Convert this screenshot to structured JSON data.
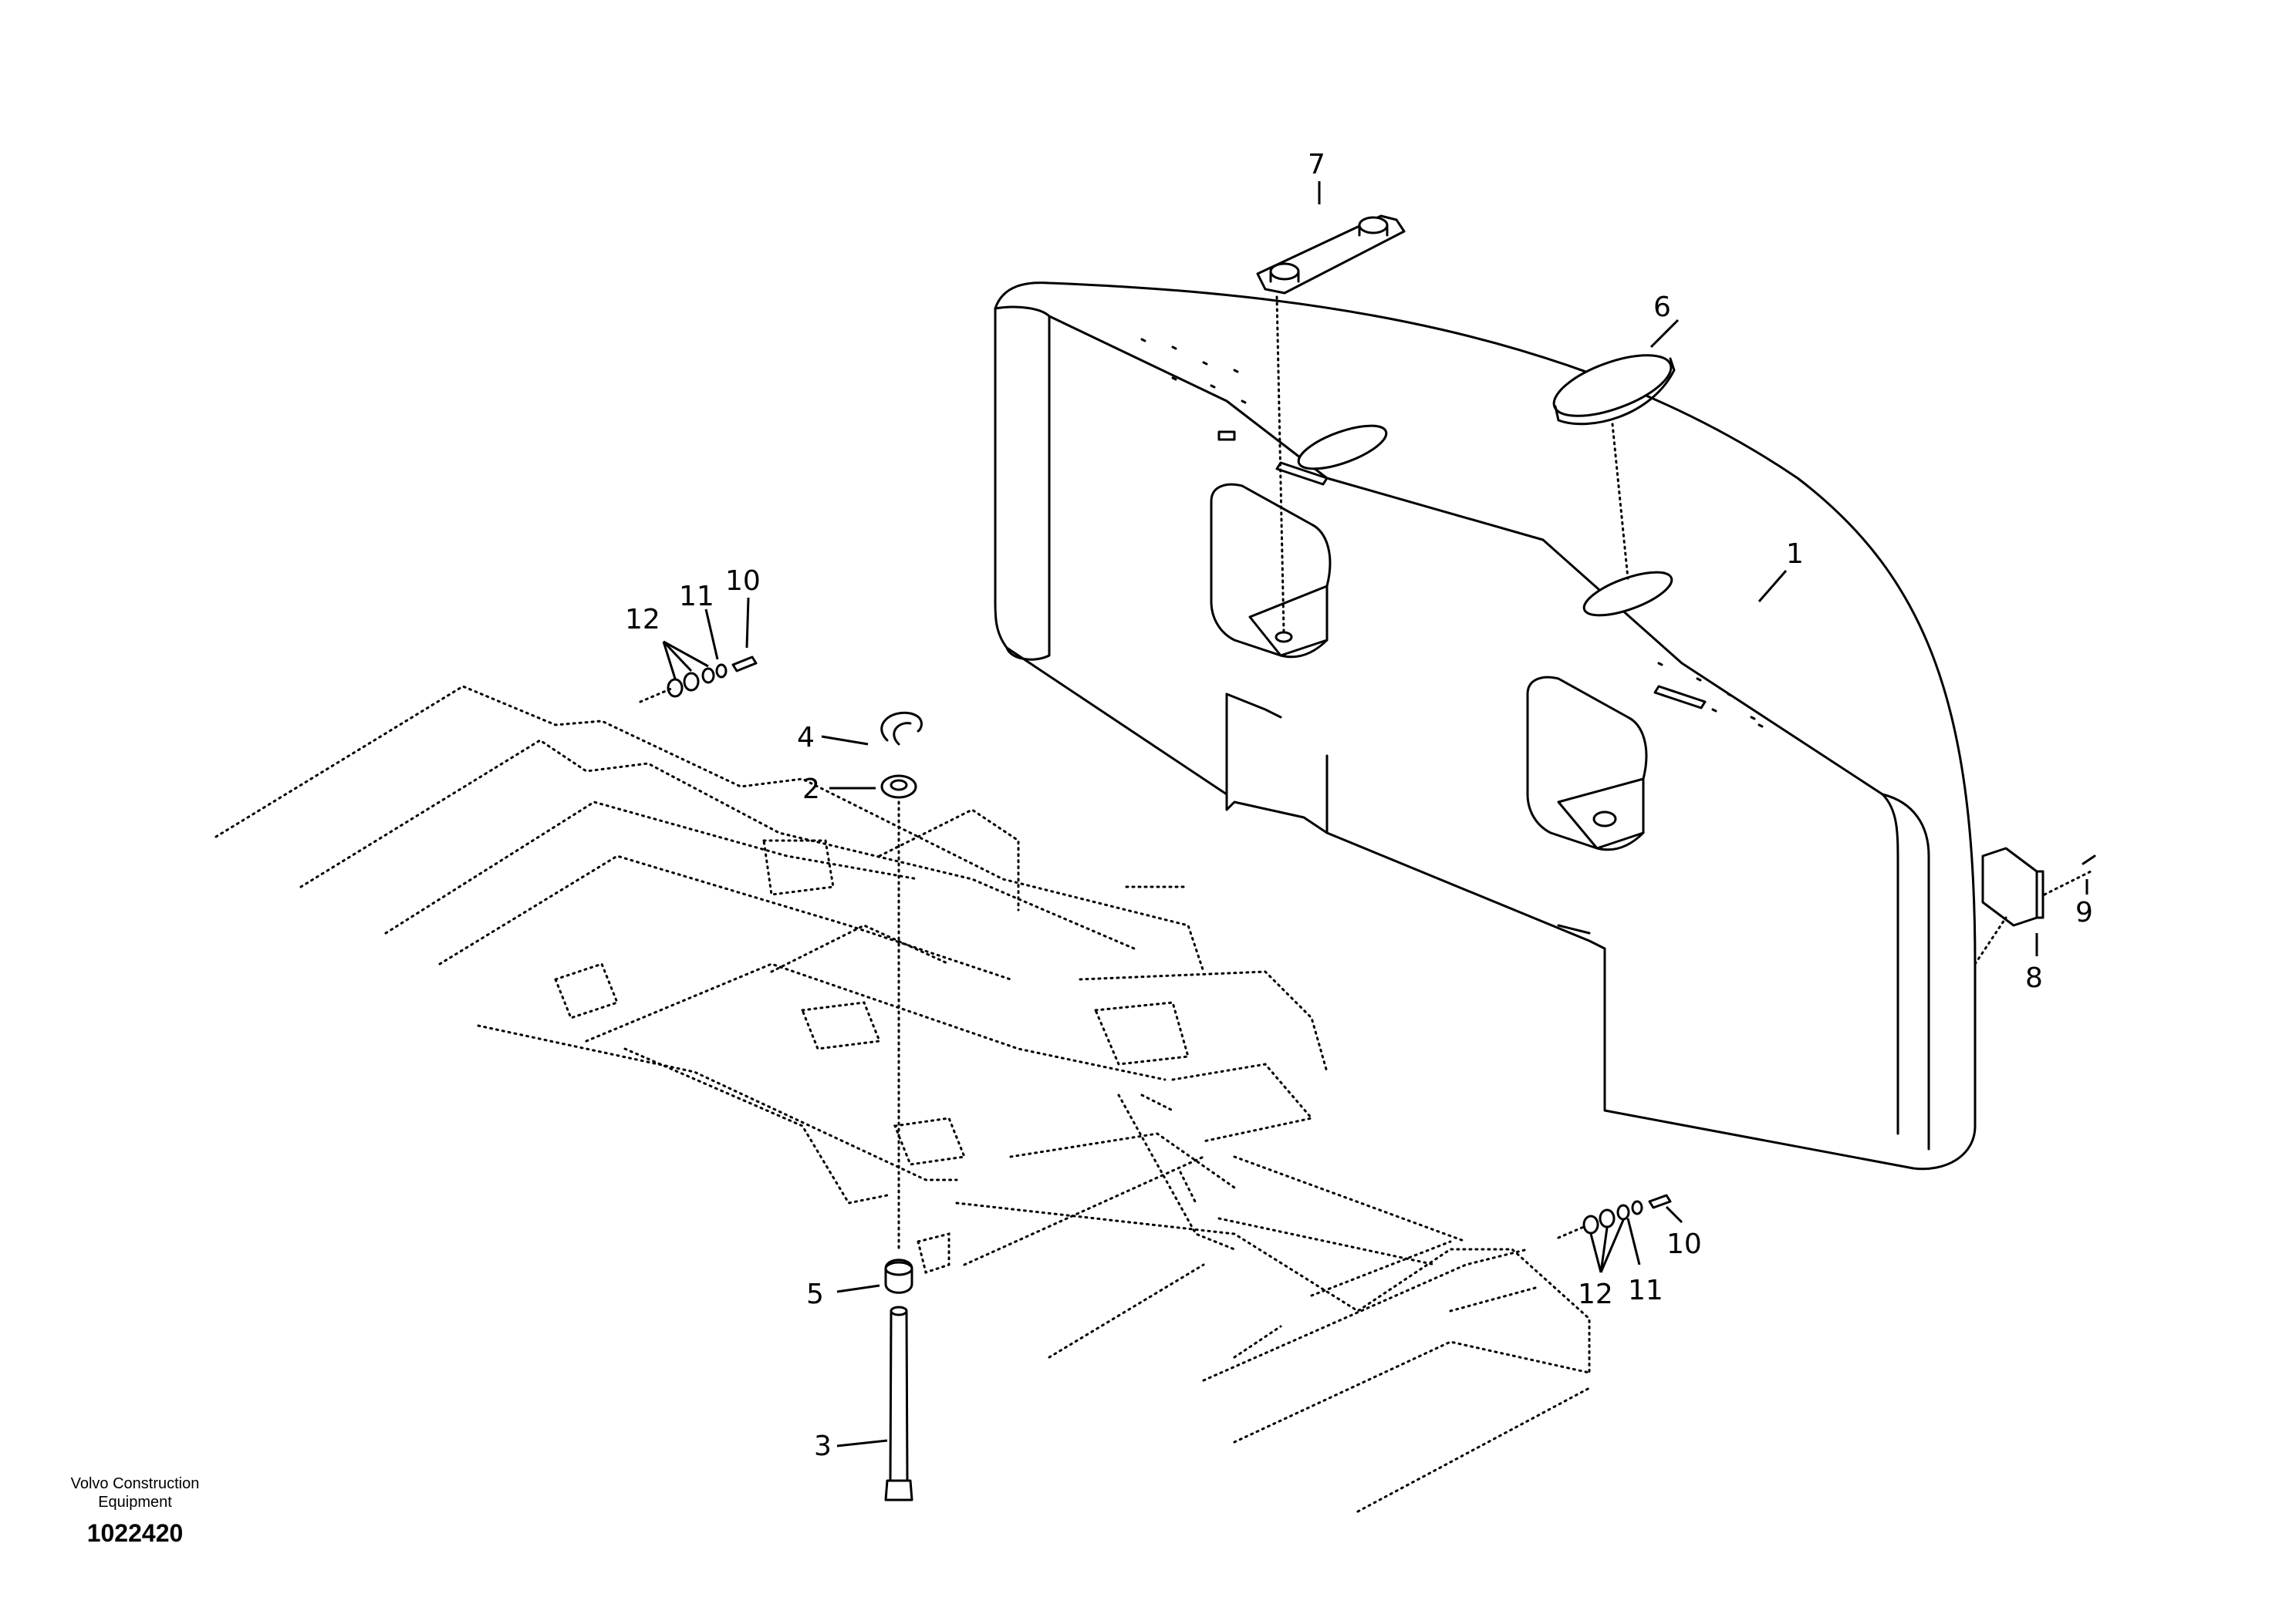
{
  "diagram": {
    "callouts": [
      {
        "id": "1",
        "label": "1"
      },
      {
        "id": "2",
        "label": "2"
      },
      {
        "id": "3",
        "label": "3"
      },
      {
        "id": "4",
        "label": "4"
      },
      {
        "id": "5",
        "label": "5"
      },
      {
        "id": "6",
        "label": "6"
      },
      {
        "id": "7",
        "label": "7"
      },
      {
        "id": "8",
        "label": "8"
      },
      {
        "id": "9",
        "label": "9"
      },
      {
        "id": "10a",
        "label": "10"
      },
      {
        "id": "11a",
        "label": "11"
      },
      {
        "id": "12a",
        "label": "12"
      },
      {
        "id": "10b",
        "label": "10"
      },
      {
        "id": "11b",
        "label": "11"
      },
      {
        "id": "12b",
        "label": "12"
      }
    ]
  },
  "footer": {
    "brand_line1": "Volvo Construction",
    "brand_line2": "Equipment",
    "doc_number": "1022420"
  }
}
